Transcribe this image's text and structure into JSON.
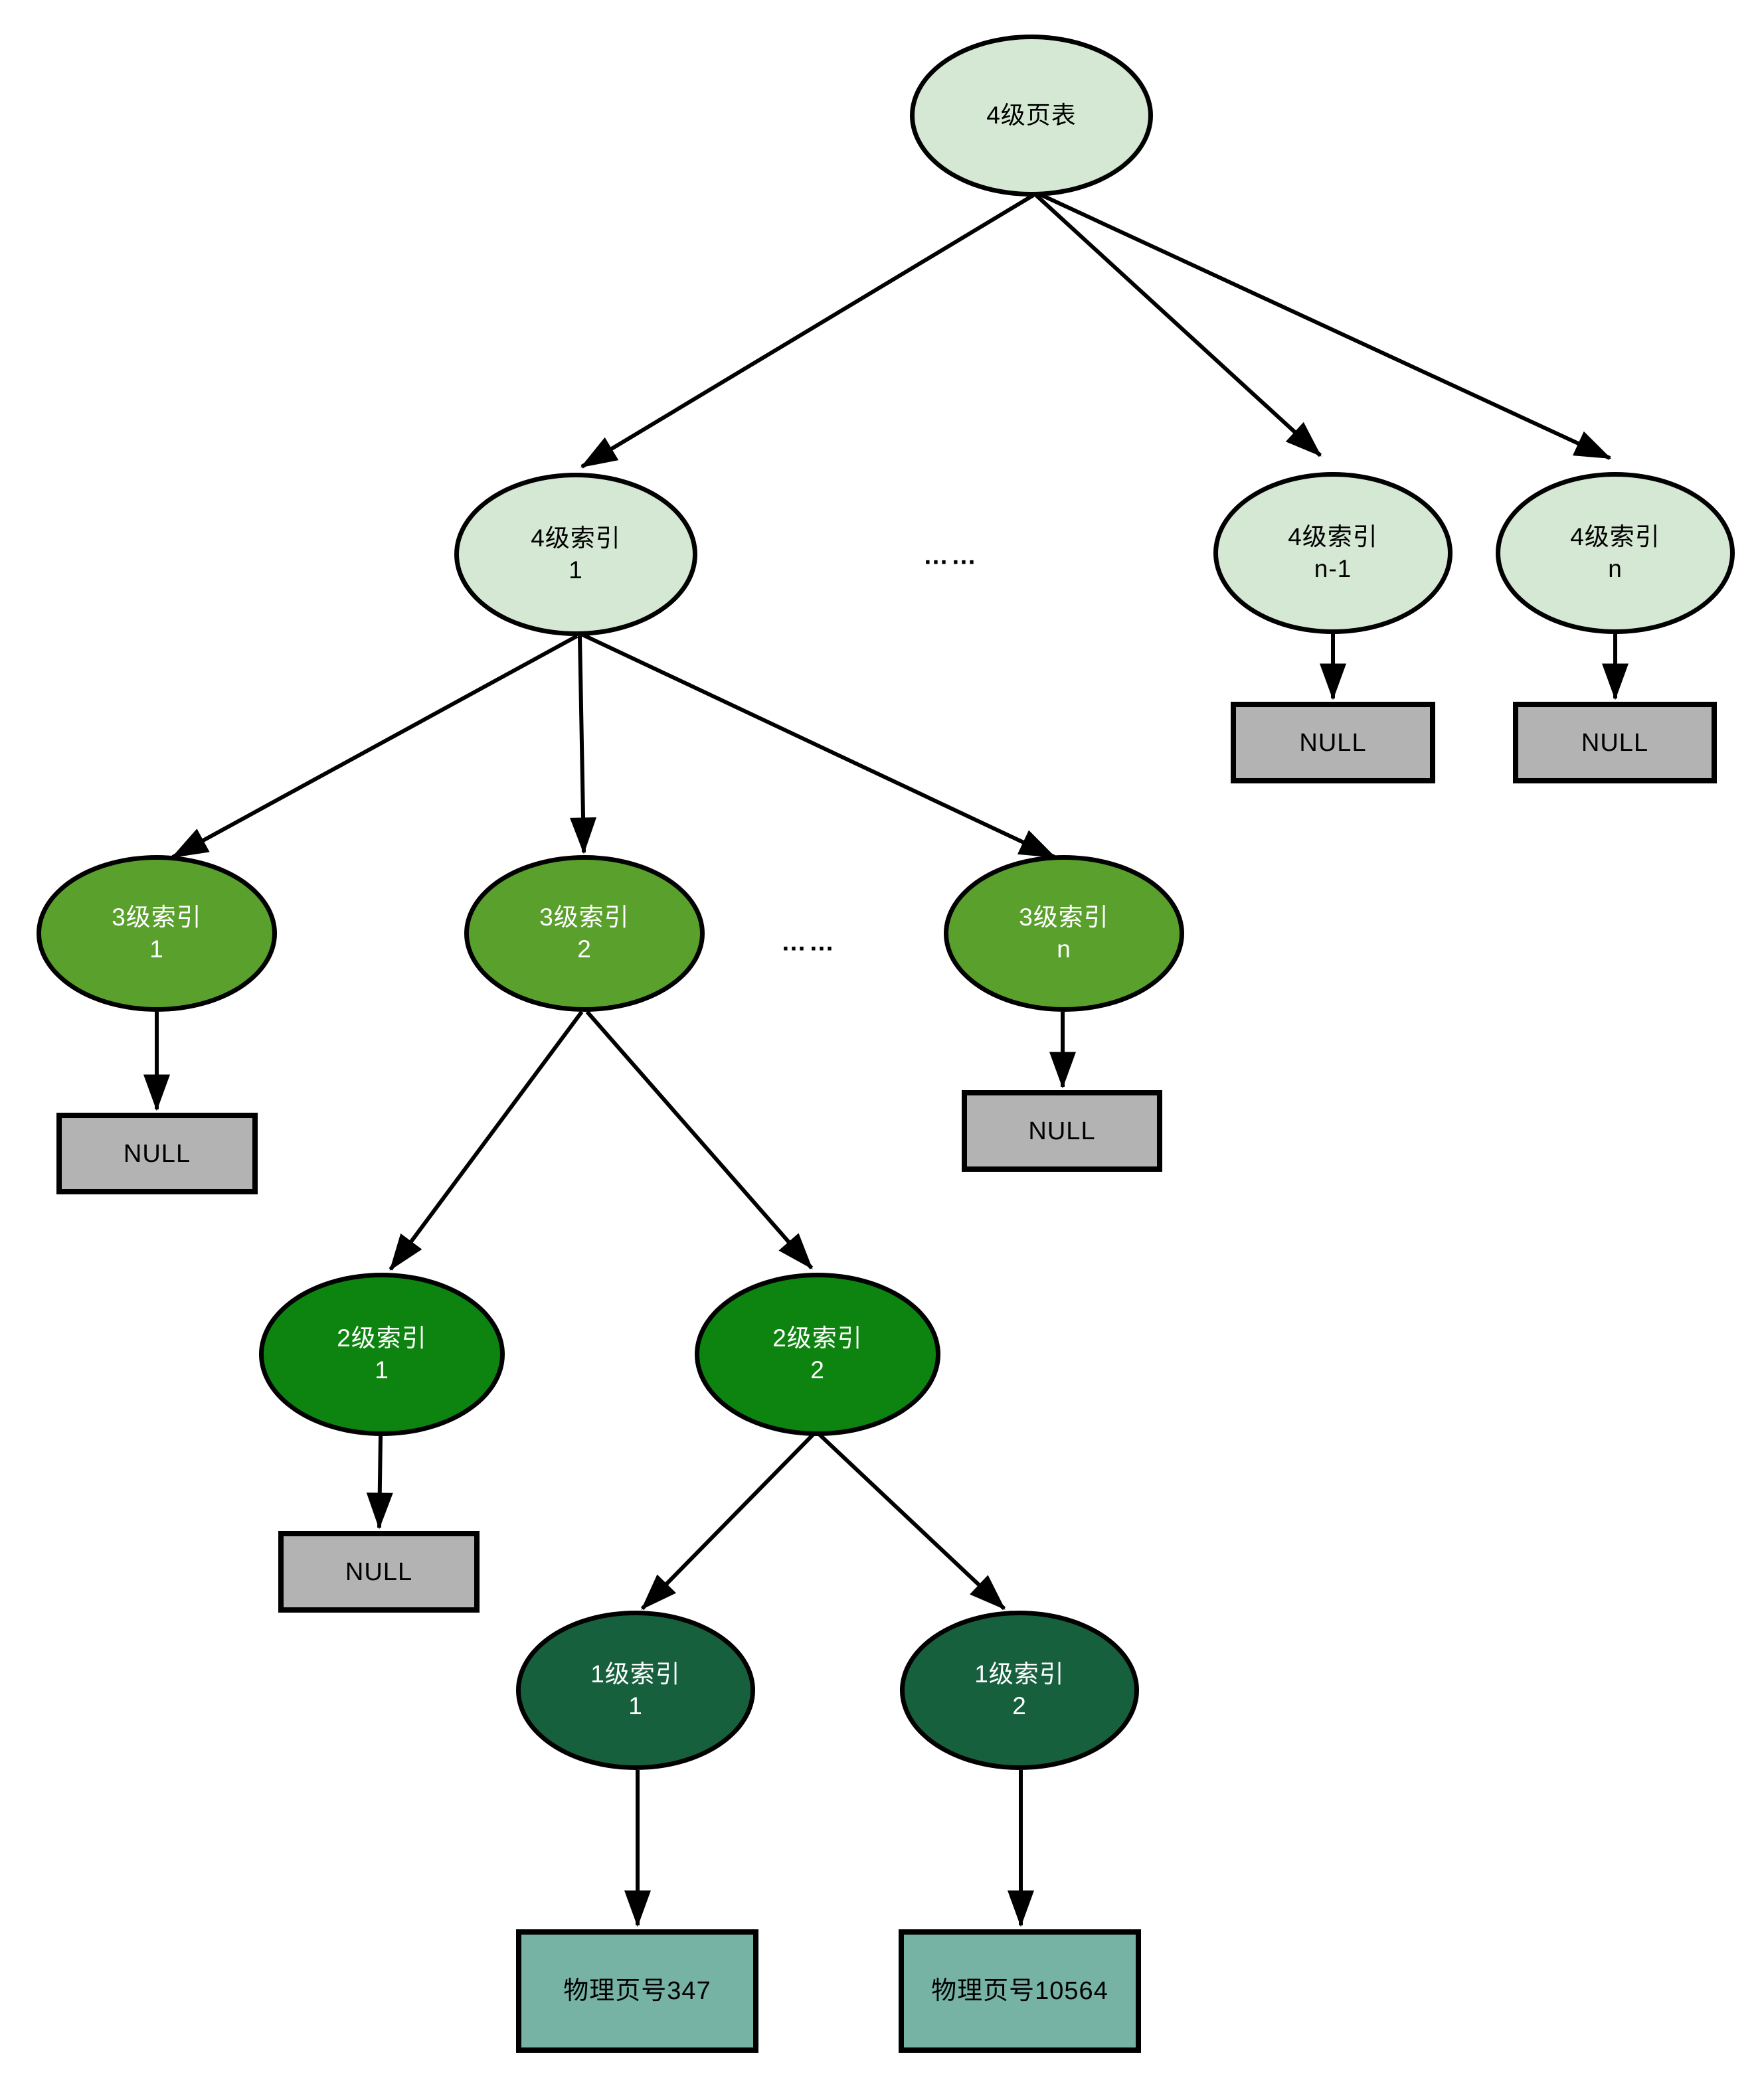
{
  "colors": {
    "background": "#ffffff",
    "level4": "#d5e8d4",
    "level3": "#5aa02c",
    "level2": "#0e8410",
    "level1": "#17603e",
    "null_box": "#b3b3b3",
    "page_box": "#76b3a5",
    "border": "#000000",
    "edge": "#000000"
  },
  "nodes": [
    {
      "id": "root",
      "label": "4级页表",
      "sublabel": ""
    },
    {
      "id": "l4-1",
      "label": "4级索引",
      "sublabel": "1"
    },
    {
      "id": "l4-n1",
      "label": "4级索引",
      "sublabel": "n-1"
    },
    {
      "id": "l4-n",
      "label": "4级索引",
      "sublabel": "n"
    },
    {
      "id": "l3-1",
      "label": "3级索引",
      "sublabel": "1"
    },
    {
      "id": "l3-2",
      "label": "3级索引",
      "sublabel": "2"
    },
    {
      "id": "l3-n",
      "label": "3级索引",
      "sublabel": "n"
    },
    {
      "id": "l2-1",
      "label": "2级索引",
      "sublabel": "1"
    },
    {
      "id": "l2-2",
      "label": "2级索引",
      "sublabel": "2"
    },
    {
      "id": "l1-1",
      "label": "1级索引",
      "sublabel": "1"
    },
    {
      "id": "l1-2",
      "label": "1级索引",
      "sublabel": "2"
    }
  ],
  "labels": {
    "null": "NULL",
    "dots_level4": "……",
    "dots_level3": "……",
    "page_347": "物理页号347",
    "page_10564": "物理页号10564"
  }
}
